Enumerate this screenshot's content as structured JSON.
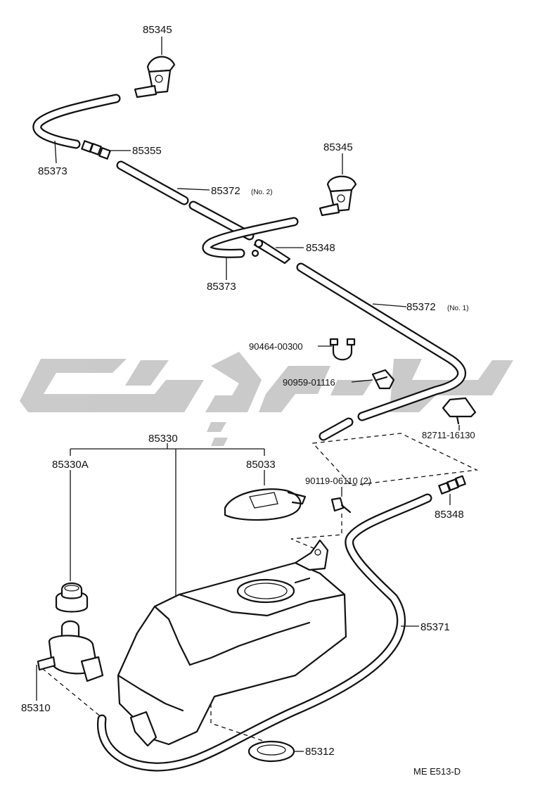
{
  "labels": {
    "washer_nozzle_top": "85345",
    "washer_nozzle_right": "85345",
    "hose_left_top": "85373",
    "connector_top": "85355",
    "hose_no2": "85372",
    "hose_no2_suffix": "(No. 2)",
    "hose_mid": "85373",
    "connector_mid": "85348",
    "hose_no1": "85372",
    "hose_no1_suffix": "(No. 1)",
    "clamp": "90464-00300",
    "clip": "90959-01116",
    "bracket": "82711-16130",
    "tank_assy": "85330",
    "grommet_a": "85330A",
    "cap": "85033",
    "bolt": "90119-06110 (2)",
    "connector_low": "85348",
    "hose_main": "85371",
    "motor": "85310",
    "grommet_b": "85312",
    "diagram_code": "ME  E513-D"
  },
  "watermark": {
    "color": "#c8c8c8"
  }
}
